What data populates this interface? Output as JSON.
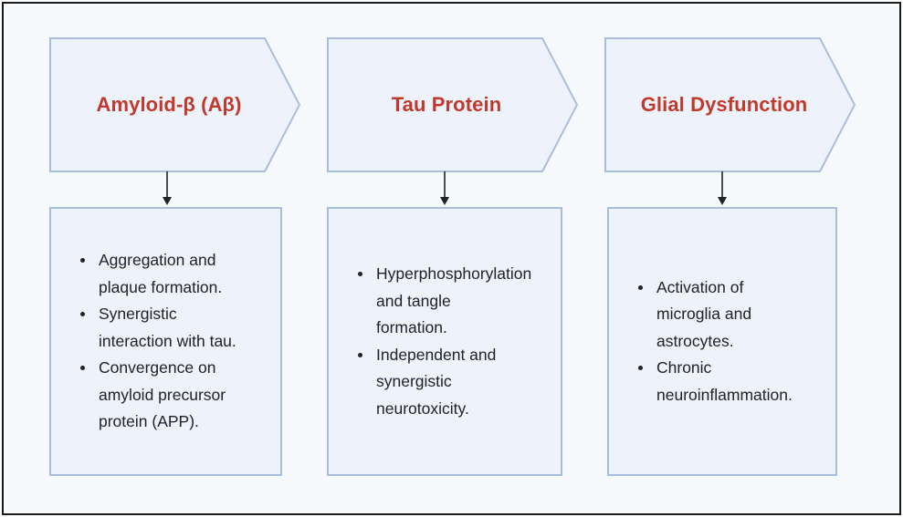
{
  "columns": [
    {
      "title": "Amyloid-β (Aβ)",
      "bullets": [
        [
          "Aggregation and",
          "plaque formation."
        ],
        [
          "Synergistic",
          "interaction with tau."
        ],
        [
          "Convergence on",
          "amyloid precursor",
          "protein (APP)."
        ]
      ]
    },
    {
      "title": "Tau Protein",
      "bullets": [
        [
          "Hyperphosphorylation",
          "and tangle",
          "formation."
        ],
        [
          "Independent and",
          "synergistic",
          "neurotoxicity."
        ]
      ]
    },
    {
      "title": "Glial Dysfunction",
      "bullets": [
        [
          "Activation of",
          "microglia and",
          "astrocytes."
        ],
        [
          "Chronic",
          "neuroinflammation."
        ]
      ]
    }
  ],
  "colors": {
    "title": "#c0392b",
    "shape_fill": "#eef3fb",
    "shape_stroke": "#a9bedd",
    "frame_border": "#1a1a1a",
    "text": "#222222"
  }
}
